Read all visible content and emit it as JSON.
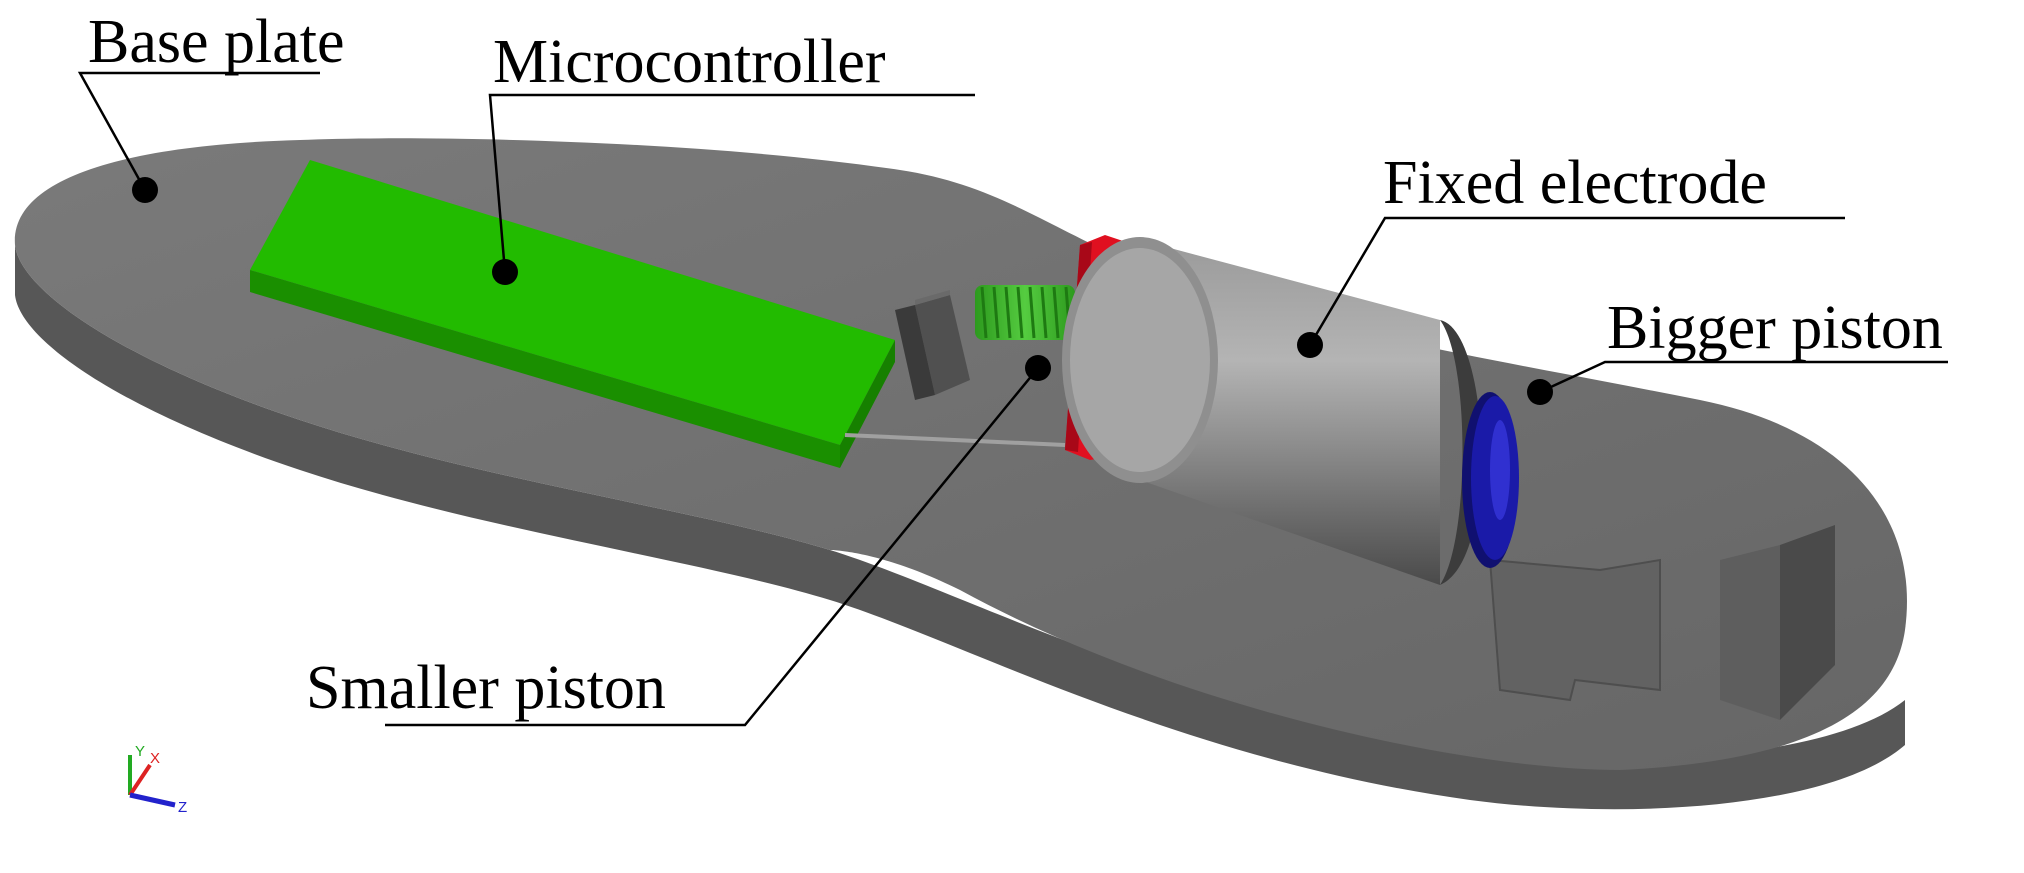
{
  "labels": {
    "base_plate": "Base plate",
    "microcontroller": "Microcontroller",
    "fixed_electrode": "Fixed electrode",
    "bigger_piston": "Bigger piston",
    "smaller_piston": "Smaller piston"
  },
  "triad": {
    "y": "Y",
    "x": "X",
    "z": "Z"
  },
  "colors": {
    "base": "#6e6e6e",
    "base_side": "#555555",
    "board": "#22bb00",
    "cylinder": "#8a8a8a",
    "red_flange": "#e01020",
    "blue_piston": "#1a1aa8",
    "spring": "#33aa22"
  }
}
